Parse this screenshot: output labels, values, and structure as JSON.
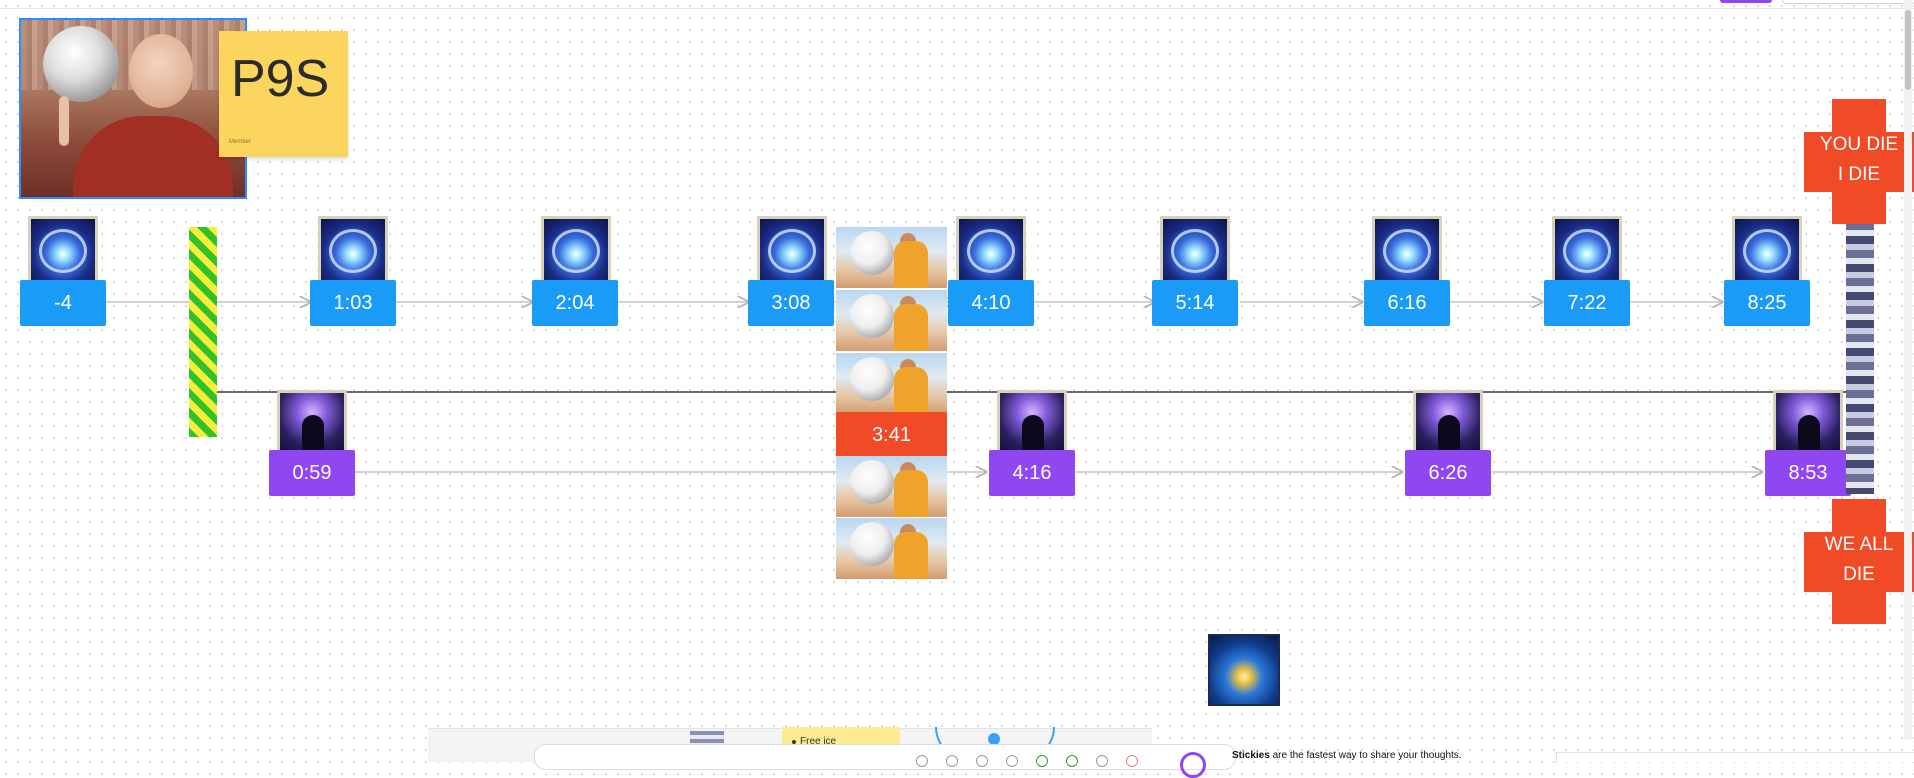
{
  "sticky": {
    "title": "P9S",
    "author": "Member"
  },
  "timeline": {
    "top_labels": [
      "-4",
      "1:03",
      "2:04",
      "3:08",
      "4:10",
      "5:14",
      "6:16",
      "7:22",
      "8:25"
    ],
    "bottom_labels": [
      "0:59",
      "4:16",
      "6:26",
      "8:53"
    ],
    "center_label": "3:41"
  },
  "crosses": {
    "top_line1": "YOU DIE",
    "top_line2": "I DIE",
    "bottom_line1": "WE ALL",
    "bottom_line2": "DIE"
  },
  "bottom": {
    "mini_sticky_item": "Free ice",
    "tip_bold": "Stickies",
    "tip_rest": " are the fastest way to share your thoughts."
  },
  "colors": {
    "blue": "#1a9bf7",
    "purple": "#9047f1",
    "red": "#f04a26",
    "sticky": "#fcd55f"
  }
}
